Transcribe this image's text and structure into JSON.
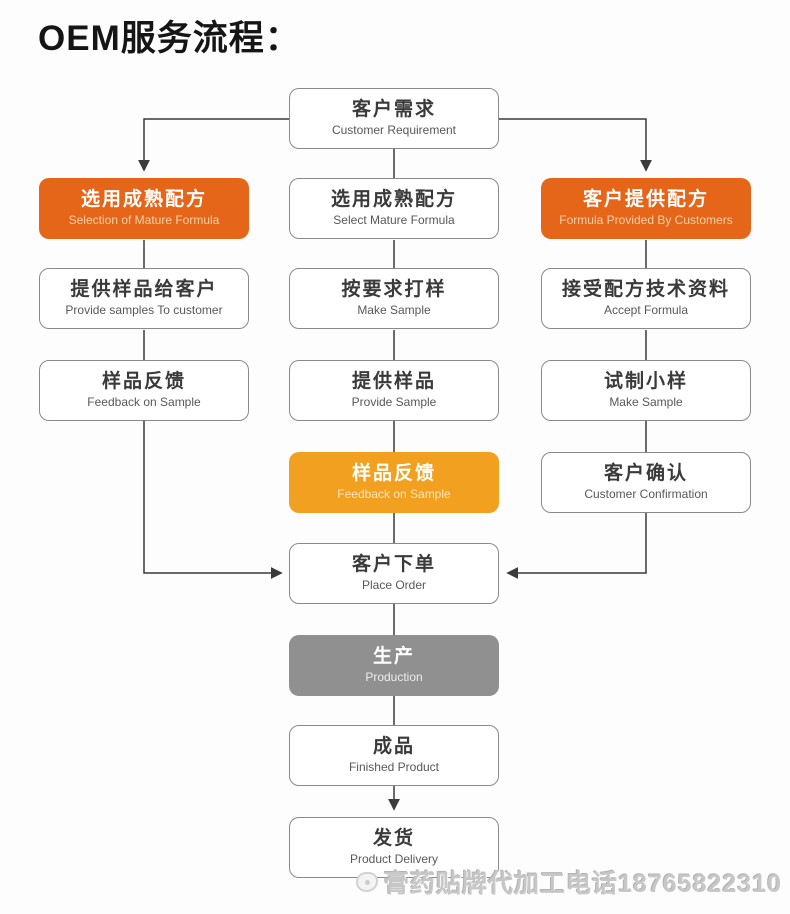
{
  "title": "OEM服务流程：",
  "watermark": "膏药贴牌代加工电话18765822310",
  "colors": {
    "orange": "#e56519",
    "light_orange": "#f1a11f",
    "gray": "#909090",
    "box_border": "#8a8a8a",
    "line": "#3a3a3a"
  },
  "nodes": {
    "customer_requirement": {
      "zh": "客户需求",
      "en": "Customer Requirement"
    },
    "selection_mature_formula": {
      "zh": "选用成熟配方",
      "en": "Selection of Mature Formula"
    },
    "select_mature_formula": {
      "zh": "选用成熟配方",
      "en": "Select Mature Formula"
    },
    "formula_provided": {
      "zh": "客户提供配方",
      "en": "Formula  Provided By Customers"
    },
    "provide_samples_customer": {
      "zh": "提供样品给客户",
      "en": "Provide samples To customer"
    },
    "make_sample_mid": {
      "zh": "按要求打样",
      "en": "Make Sample"
    },
    "accept_formula": {
      "zh": "接受配方技术资料",
      "en": "Accept Formula"
    },
    "feedback_sample_left": {
      "zh": "样品反馈",
      "en": "Feedback on Sample"
    },
    "provide_sample": {
      "zh": "提供样品",
      "en": "Provide Sample"
    },
    "make_sample_right": {
      "zh": "试制小样",
      "en": "Make Sample"
    },
    "feedback_sample_mid": {
      "zh": "样品反馈",
      "en": "Feedback on Sample"
    },
    "customer_confirmation": {
      "zh": "客户确认",
      "en": "Customer Confirmation"
    },
    "place_order": {
      "zh": "客户下单",
      "en": "Place Order"
    },
    "production": {
      "zh": "生产",
      "en": "Production"
    },
    "finished_product": {
      "zh": "成品",
      "en": "Finished Product"
    },
    "product_delivery": {
      "zh": "发货",
      "en": "Product Delivery"
    }
  }
}
